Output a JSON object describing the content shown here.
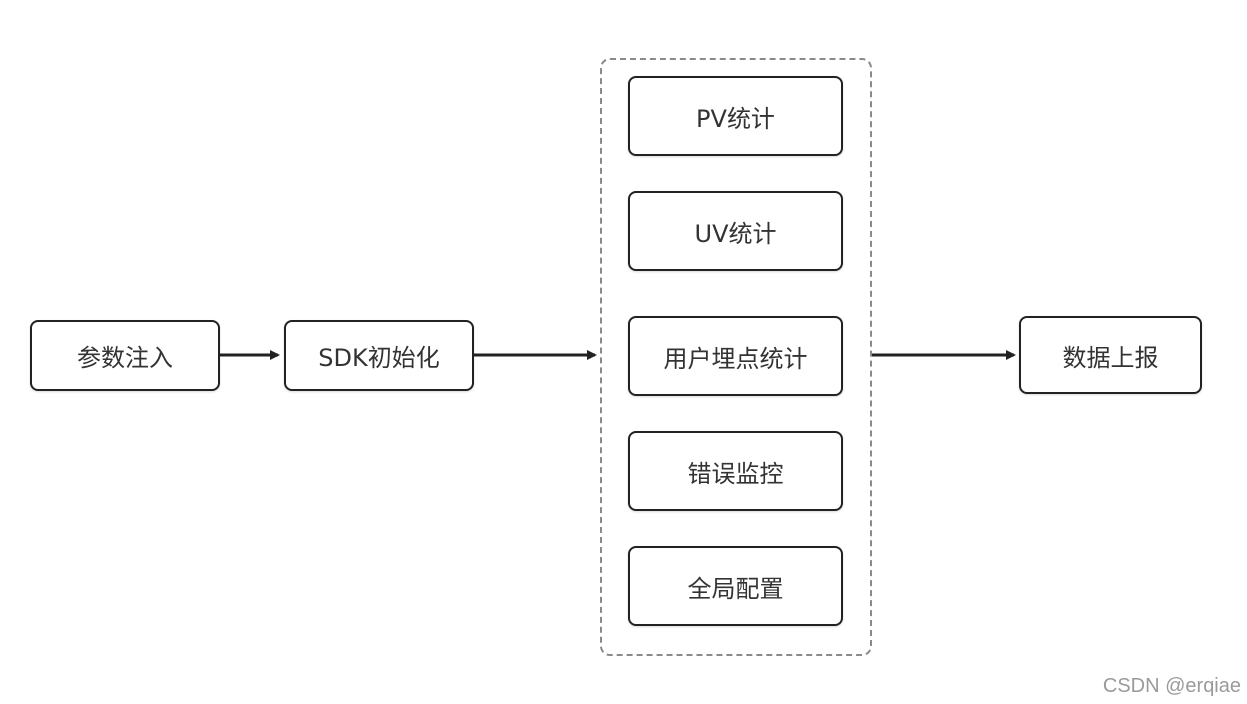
{
  "diagram": {
    "nodes": {
      "param_inject": "参数注入",
      "sdk_init": "SDK初始化",
      "data_report": "数据上报"
    },
    "modules": [
      "PV统计",
      "UV统计",
      "用户埋点统计",
      "错误监控",
      "全局配置"
    ],
    "edges": [
      {
        "from": "参数注入",
        "to": "SDK初始化"
      },
      {
        "from": "SDK初始化",
        "to": "modules"
      },
      {
        "from": "modules",
        "to": "数据上报"
      }
    ]
  },
  "watermark": "CSDN @erqiae",
  "colors": {
    "stroke": "#222222",
    "group_border": "#8a8a8a",
    "text": "#333333",
    "watermark": "#9a9a9a"
  }
}
